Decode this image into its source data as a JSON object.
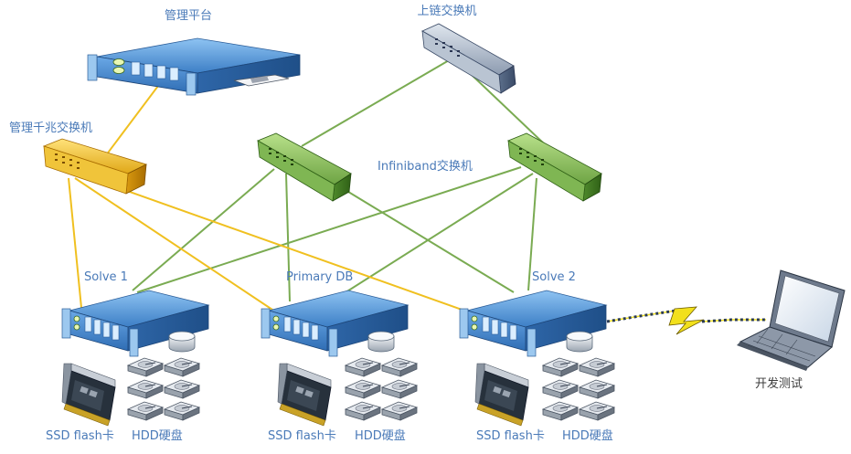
{
  "labels": {
    "management_platform": "管理平台",
    "uplink_switch": "上链交换机",
    "mgmt_gigabit_switch": "管理千兆交换机",
    "infiniband_switch": "Infiniband交换机",
    "solve1": "Solve 1",
    "primary_db": "Primary DB",
    "solve2": "Solve 2",
    "dev_test": "开发测试"
  },
  "server_components": [
    {
      "ssd_label": "SSD flash卡",
      "hdd_label": "HDD硬盘"
    },
    {
      "ssd_label": "SSD flash卡",
      "hdd_label": "HDD硬盘"
    },
    {
      "ssd_label": "SSD flash卡",
      "hdd_label": "HDD硬盘"
    }
  ],
  "colors": {
    "label_text": "#4a7ab8",
    "dark_text": "#3d3d3d",
    "mgmt_link": "#f0c020",
    "infiniband_link": "#7aab52",
    "wireless_link": "#f2e01c",
    "server_blue": "#3f7fc4",
    "ib_switch_green": "#5e9a3a",
    "mgmt_switch_gold": "#e6b422",
    "uplink_switch_grey": "#8a98aa"
  },
  "icons": [
    "server-icon",
    "switch-icon",
    "ssd-card-icon",
    "hdd-icon",
    "laptop-icon",
    "lightning-icon"
  ]
}
